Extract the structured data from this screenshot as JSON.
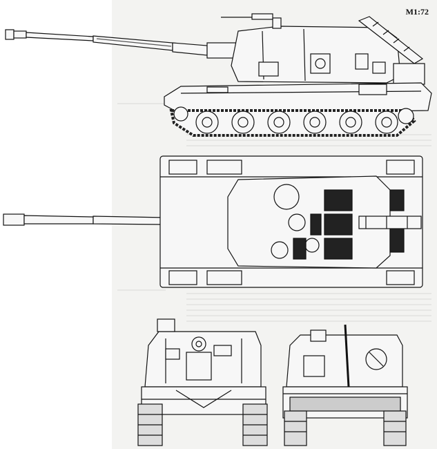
{
  "drawing": {
    "scale_label": "M1:72",
    "views": [
      {
        "id": "side-view"
      },
      {
        "id": "top-view"
      },
      {
        "id": "front-view"
      },
      {
        "id": "rear-view"
      }
    ],
    "colors": {
      "paper": "#ffffff",
      "background_page": "#f3f3f1",
      "ink": "#111111",
      "shade": "#555555",
      "fill": "#f7f7f7"
    }
  }
}
